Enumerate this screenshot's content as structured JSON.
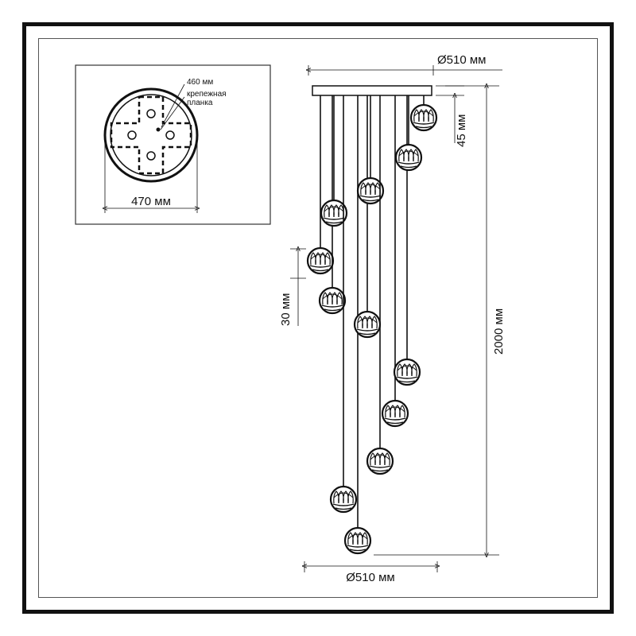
{
  "top_view": {
    "label_460": "460 мм",
    "label_plate_line1": "крепежная",
    "label_plate_line2": "планка",
    "label_470": "470 мм"
  },
  "dimensions": {
    "top_width": "Ø510 мм",
    "bottom_width": "Ø510 мм",
    "canopy_height": "45 мм",
    "total_height": "2000 мм",
    "shade_size": "30 мм"
  }
}
